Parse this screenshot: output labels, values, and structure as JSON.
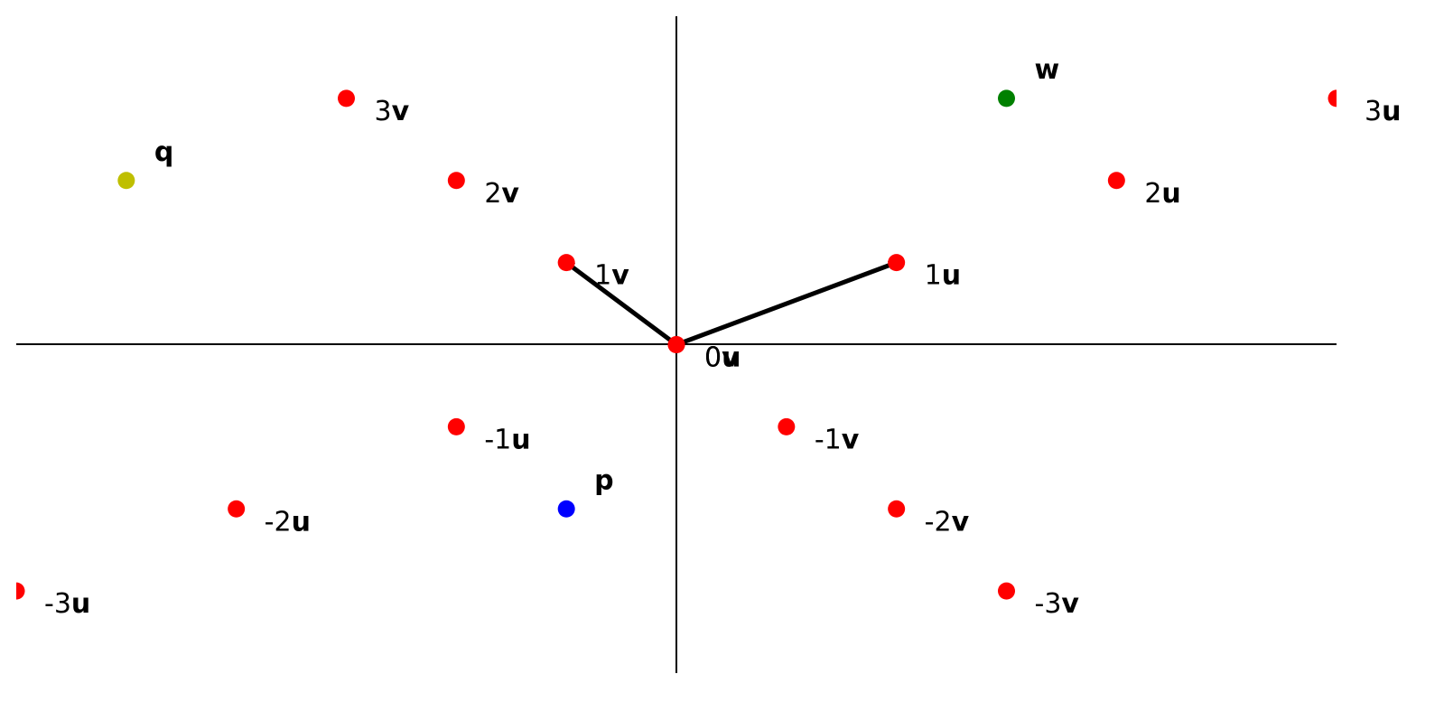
{
  "chart_data": {
    "type": "scatter",
    "title": "",
    "xlabel": "",
    "ylabel": "",
    "xlim": [
      -3,
      3
    ],
    "ylim": [
      -2,
      2
    ],
    "axes_lines": true,
    "grid": false,
    "vectors": [
      {
        "name": "u",
        "x": 1,
        "y": 0.5
      },
      {
        "name": "v",
        "x": -0.5,
        "y": 0.5
      }
    ],
    "points": [
      {
        "x": 0,
        "y": 0,
        "color": "#ff0000",
        "label_plain": "0",
        "label_bold": "v"
      },
      {
        "x": 0,
        "y": 0,
        "color": "#ff0000",
        "label_plain": "0",
        "label_bold": "u"
      },
      {
        "x": 1,
        "y": 0.5,
        "color": "#ff0000",
        "label_plain": "1",
        "label_bold": "u"
      },
      {
        "x": 2,
        "y": 1,
        "color": "#ff0000",
        "label_plain": "2",
        "label_bold": "u"
      },
      {
        "x": 3,
        "y": 1.5,
        "color": "#ff0000",
        "label_plain": "3",
        "label_bold": "u"
      },
      {
        "x": -1,
        "y": -0.5,
        "color": "#ff0000",
        "label_plain": "-1",
        "label_bold": "u"
      },
      {
        "x": -2,
        "y": -1,
        "color": "#ff0000",
        "label_plain": "-2",
        "label_bold": "u"
      },
      {
        "x": -3,
        "y": -1.5,
        "color": "#ff0000",
        "label_plain": "-3",
        "label_bold": "u"
      },
      {
        "x": -0.5,
        "y": 0.5,
        "color": "#ff0000",
        "label_plain": "1",
        "label_bold": "v"
      },
      {
        "x": -1,
        "y": 1,
        "color": "#ff0000",
        "label_plain": "2",
        "label_bold": "v"
      },
      {
        "x": -1.5,
        "y": 1.5,
        "color": "#ff0000",
        "label_plain": "3",
        "label_bold": "v"
      },
      {
        "x": 0.5,
        "y": -0.5,
        "color": "#ff0000",
        "label_plain": "-1",
        "label_bold": "v"
      },
      {
        "x": 1,
        "y": -1,
        "color": "#ff0000",
        "label_plain": "-2",
        "label_bold": "v"
      },
      {
        "x": 1.5,
        "y": -1.5,
        "color": "#ff0000",
        "label_plain": "-3",
        "label_bold": "v"
      },
      {
        "x": -0.5,
        "y": -1,
        "color": "#0000ff",
        "label_plain": "",
        "label_bold": "p",
        "label_above": true
      },
      {
        "x": -2.5,
        "y": 1,
        "color": "#bfbf00",
        "label_plain": "",
        "label_bold": "q",
        "label_above": true
      },
      {
        "x": 1.5,
        "y": 1.5,
        "color": "#008000",
        "label_plain": "",
        "label_bold": "w",
        "label_above": true
      }
    ]
  }
}
